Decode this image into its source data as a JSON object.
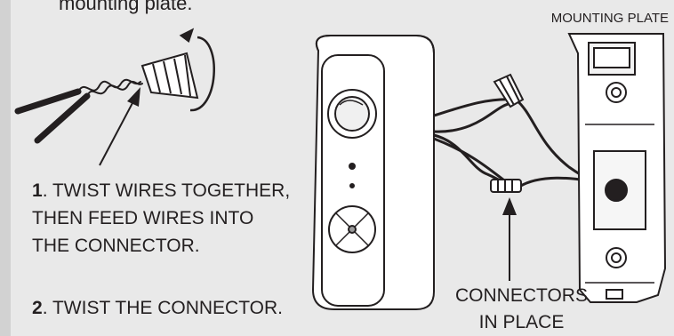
{
  "intro_text": "mounting plate.",
  "step1": {
    "number": "1",
    "lines": [
      ". TWIST WIRES TOGETHER,",
      "THEN FEED WIRES INTO",
      "THE CONNECTOR."
    ]
  },
  "step2": {
    "number": "2",
    "text": ". TWIST THE CONNECTOR."
  },
  "labels": {
    "mounting_plate": "MOUNTING PLATE",
    "connectors_line1": "CONNECTORS",
    "connectors_line2": "IN PLACE"
  },
  "colors": {
    "background": "#e9e9e9",
    "line": "#231f20",
    "device": "#ffffff"
  },
  "icons": [
    "twisted-wires-icon",
    "wire-connector-icon",
    "rotation-arrow-icon",
    "doorbell-device",
    "mounting-plate"
  ]
}
